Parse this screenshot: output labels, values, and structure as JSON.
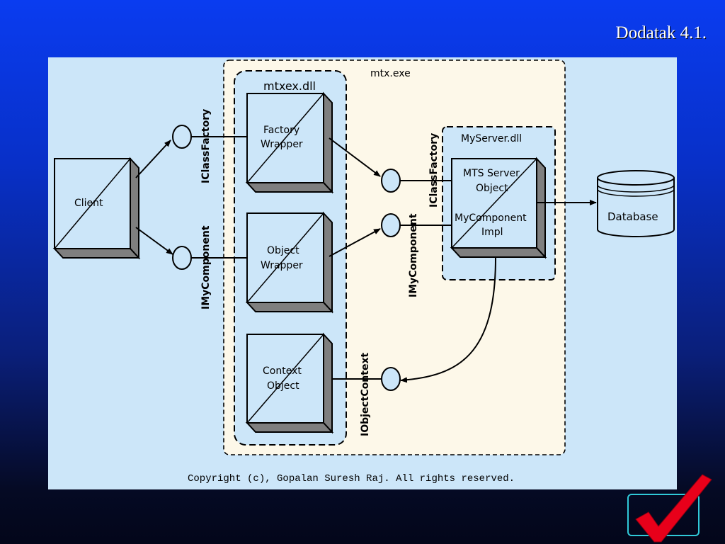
{
  "slide": {
    "title": "Dodatak 4.1."
  },
  "diagram": {
    "mtx_exe": "mtx.exe",
    "mtxex_dll": "mtxex.dll",
    "myserver_dll": "MyServer.dll",
    "client": "Client",
    "factory_wrapper": [
      "Factory",
      "Wrapper"
    ],
    "object_wrapper": [
      "Object",
      "Wrapper"
    ],
    "context_object": [
      "Context",
      "Object"
    ],
    "mts_server_object": [
      "MTS Server",
      "Object"
    ],
    "mycomponent_impl": [
      "MyComponent",
      "Impl"
    ],
    "database": "Database",
    "interfaces": {
      "iclassfactory_left": "IClassFactory",
      "imycomponent_left": "IMyComponent",
      "iclassfactory_right": "IClassFactory",
      "imycomponent_right": "IMyComponent",
      "iobjectcontext": "IObjectContext"
    },
    "copyright": "Copyright (c), Gopalan Suresh Raj. All rights reserved."
  },
  "colors": {
    "panel_bg": "#cce6f9",
    "mtx_bg": "#fdf8e9",
    "box_side": "#7f7f7f",
    "checkmark": "#e8001a",
    "button_border": "#30c9d8"
  }
}
